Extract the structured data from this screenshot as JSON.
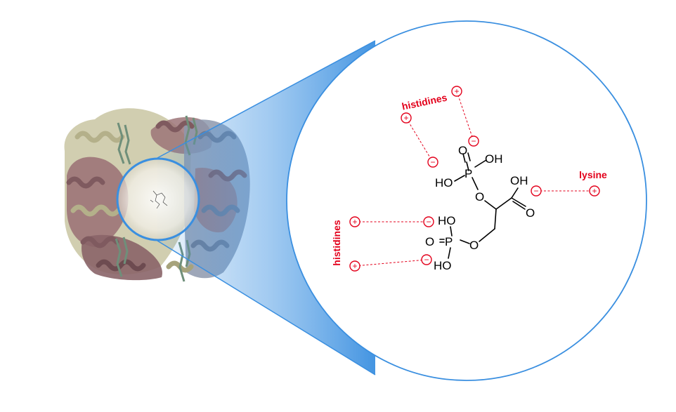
{
  "labels": {
    "histidines_top": "histidines",
    "histidines_left": "histidines",
    "lysine": "lysine"
  },
  "charges": {
    "plus": "+",
    "minus": "−"
  },
  "atoms": {
    "o_dbl_top": "O",
    "oh_top": "OH",
    "p_top": "P",
    "ho_top": "HO",
    "o_link_top": "O",
    "oh_acid": "OH",
    "o_acid": "O",
    "ho_bottom": "HO",
    "o_dbl_bottom": "O",
    "p_bottom": "P",
    "o_link_bottom": "O",
    "ho_bottom2": "HO"
  },
  "colors": {
    "charge_red": "#e3001b",
    "zoom_blue": "#3a8fe0",
    "protein_mauve": "#9c7478",
    "protein_khaki": "#c9c6a2",
    "protein_slate": "#8d98ad",
    "heme_green": "#6f8f7a"
  }
}
